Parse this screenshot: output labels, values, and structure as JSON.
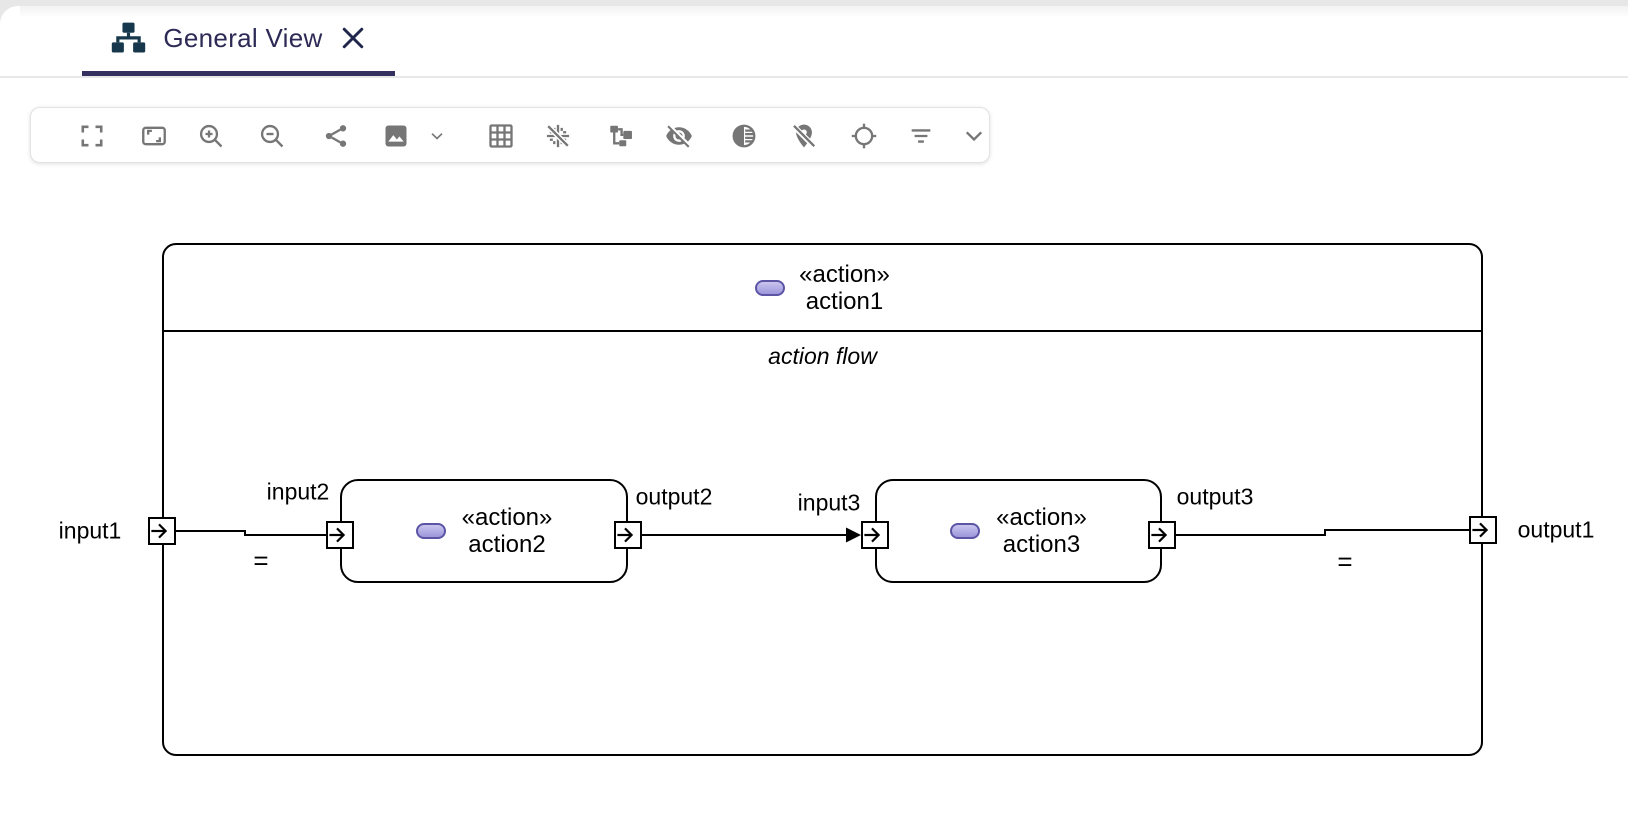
{
  "tab": {
    "title": "General View",
    "icon": "diagram-tree-icon",
    "close_icon": "close-icon"
  },
  "toolbar": {
    "buttons": [
      {
        "icon": "fullscreen-icon"
      },
      {
        "icon": "fit-screen-icon"
      },
      {
        "icon": "zoom-in-icon"
      },
      {
        "icon": "zoom-out-icon"
      },
      {
        "icon": "share-icon"
      },
      {
        "icon": "export-image-icon"
      },
      {
        "icon": "export-options-chevron-icon"
      },
      {
        "icon": "grid-icon"
      },
      {
        "icon": "snap-grid-off-icon"
      },
      {
        "icon": "arrange-all-icon"
      },
      {
        "icon": "eye-off-icon"
      },
      {
        "icon": "fade-contrast-icon"
      },
      {
        "icon": "pin-off-icon"
      },
      {
        "icon": "crosshair-icon"
      },
      {
        "icon": "filter-icon"
      },
      {
        "icon": "more-tools-chevron-icon"
      }
    ]
  },
  "diagram": {
    "root": {
      "stereotype": "«action»",
      "name": "action1",
      "flow_label": "action flow"
    },
    "actions": [
      {
        "stereotype": "«action»",
        "name": "action2"
      },
      {
        "stereotype": "«action»",
        "name": "action3"
      }
    ],
    "port_labels": {
      "input1": "input1",
      "input2": "input2",
      "output2": "output2",
      "input3": "input3",
      "output3": "output3",
      "output1": "output1"
    },
    "binding_symbol": "="
  },
  "colors": {
    "tab_text": "#2d2a56",
    "tab_underline": "#34305f",
    "tab_icon": "#17384c",
    "toolbar_icon": "#767676",
    "node_border": "#000000",
    "action_chip_fill": "#a29bdd",
    "action_chip_border": "#5c55a6"
  }
}
